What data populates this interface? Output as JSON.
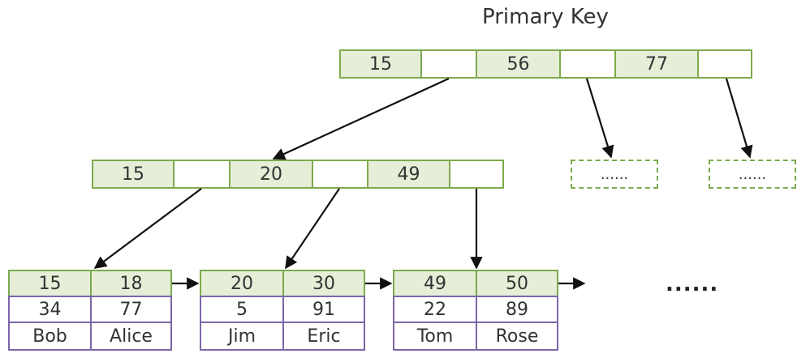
{
  "title": "Primary Key",
  "root": {
    "keys": [
      "15",
      "56",
      "77"
    ]
  },
  "internal": {
    "keys": [
      "15",
      "20",
      "49"
    ]
  },
  "placeholders": [
    "......",
    "......"
  ],
  "leaves": [
    {
      "keys": [
        "15",
        "18"
      ],
      "ages": [
        "34",
        "77"
      ],
      "names": [
        "Bob",
        "Alice"
      ]
    },
    {
      "keys": [
        "20",
        "30"
      ],
      "ages": [
        "5",
        "91"
      ],
      "names": [
        "Jim",
        "Eric"
      ]
    },
    {
      "keys": [
        "49",
        "50"
      ],
      "ages": [
        "22",
        "89"
      ],
      "names": [
        "Tom",
        "Rose"
      ]
    }
  ],
  "more": "......",
  "colors": {
    "key_fill": "#e6eed8",
    "key_border": "#7daa4d",
    "data_border": "#7d66a8"
  }
}
